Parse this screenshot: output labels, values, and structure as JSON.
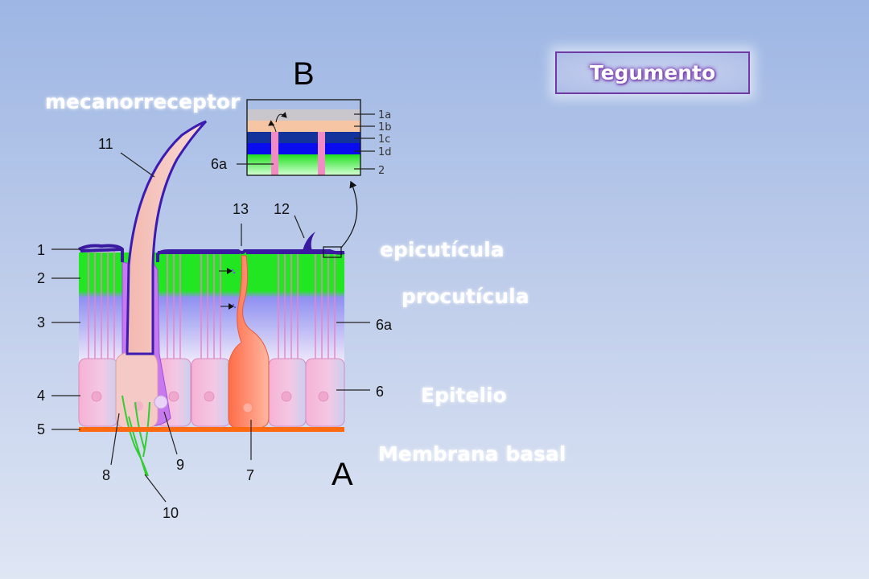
{
  "title": "Tegumento",
  "inset_label": "B",
  "main_label": "A",
  "region_labels": {
    "mechanoreceptor": "mecanorreceptor",
    "epicuticle": "epicutícula",
    "procuticle": "procutícula",
    "epithelium": "Epitelio",
    "basement_membrane": "Membrana basal"
  },
  "callouts": {
    "n1": "1",
    "n2": "2",
    "n3": "3",
    "n4": "4",
    "n5": "5",
    "n6": "6",
    "n6a": "6a",
    "n7": "7",
    "n8": "8",
    "n9": "9",
    "n10": "10",
    "n11": "11",
    "n12": "12",
    "n13": "13"
  },
  "inset_callouts": {
    "i1a": "1a",
    "i1b": "1b",
    "i1c": "1c",
    "i1d": "1d",
    "i2": "2",
    "i6a": "6a"
  },
  "colors": {
    "epicuticle": "#3a1aa0",
    "procuticle_top": "#22dd22",
    "procuticle_bottom": "#8d8ef0",
    "basement_membrane": "#ff6a10",
    "cell_pink": "#f4b8d6",
    "mechanoreceptor_fill": "#c978f0",
    "hair_fill": "#f3c4bc",
    "gland_fill": "#ff7a5a",
    "nerve": "#33cc33",
    "title_border": "#6f3aa3"
  }
}
